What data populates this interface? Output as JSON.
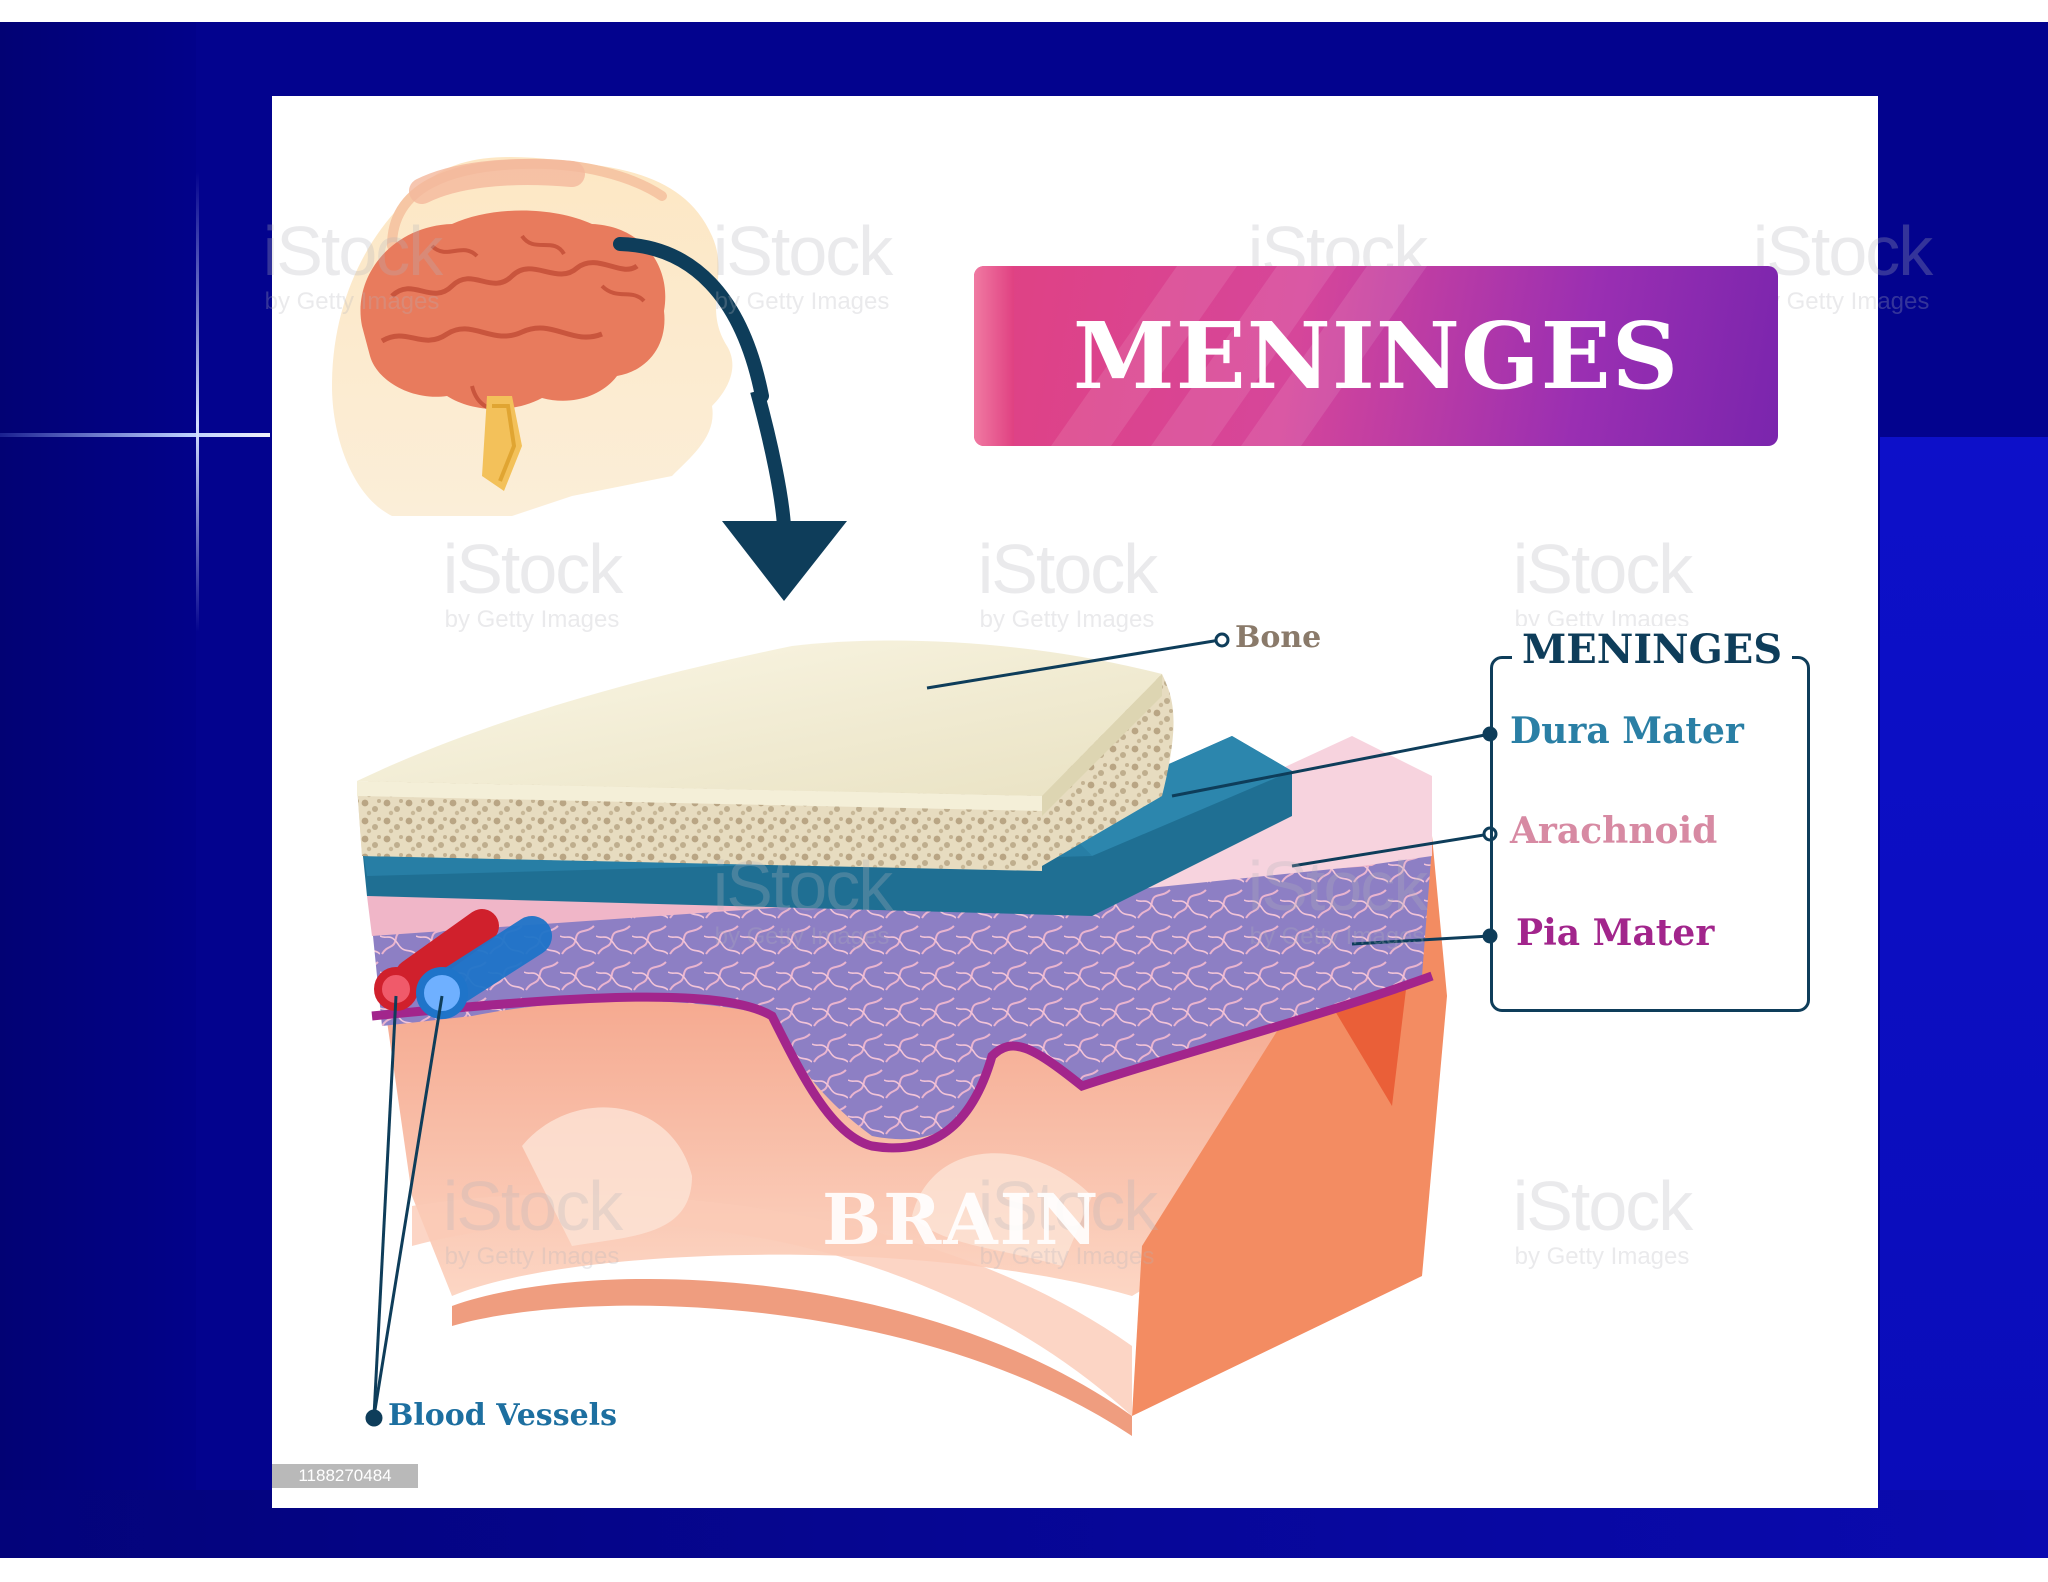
{
  "title": "MENINGES",
  "labels": {
    "bone": "Bone",
    "legend_title": "MENINGES",
    "dura_mater": "Dura Mater",
    "arachnoid": "Arachnoid",
    "pia_mater": "Pia Mater",
    "brain": "BRAIN",
    "blood_vessels": "Blood Vessels"
  },
  "watermark": {
    "brand": "iStock",
    "tagline": "by Getty Images"
  },
  "stock_id": "1188270484",
  "colors": {
    "slide_background": "#03038e",
    "title_gradient_start": "#e04182",
    "title_gradient_end": "#7a25ad",
    "bone": "#e8e3c6",
    "dura_mater": "#1f6f93",
    "arachnoid": "#f0b6c8",
    "pia_mater": "#a2258c",
    "brain": "#f7a98f",
    "label_dark": "#0e3d5a",
    "label_dura": "#2a7fa5",
    "label_arachnoid": "#d78aa3",
    "label_pia": "#a2258c",
    "label_vessels": "#1d6fa0"
  }
}
